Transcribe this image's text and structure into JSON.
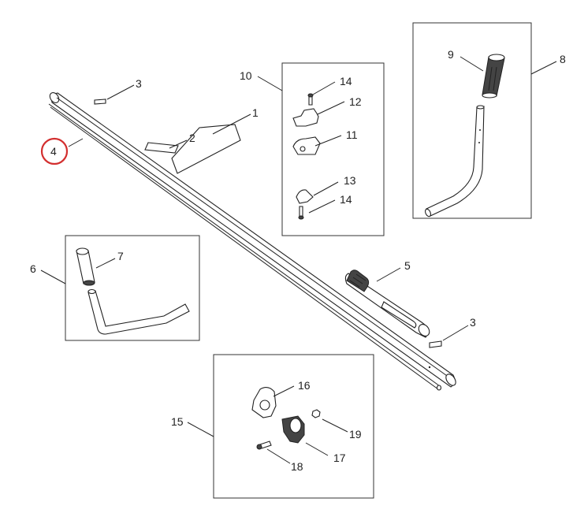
{
  "diagram": {
    "labels": {
      "shaft": "1",
      "label_sticker": "2",
      "decal_top": "3",
      "decal_bottom": "3",
      "drive_cable": "4",
      "grip_sleeve": "5",
      "handle_kit_left": "6",
      "handle_grip_left": "7",
      "handle_kit_right": "8",
      "handle_grip_right": "9",
      "clamp_kit_top": "10",
      "clamp_lower": "11",
      "clamp_upper": "12",
      "spacer": "13",
      "screw_top": "14",
      "screw_bottom": "14",
      "clamp_kit_bottom": "15",
      "bracket": "16",
      "clamp_body": "17",
      "bolt": "18",
      "nut": "19"
    },
    "highlight": {
      "part": "4",
      "color": "#d32f2f"
    }
  }
}
